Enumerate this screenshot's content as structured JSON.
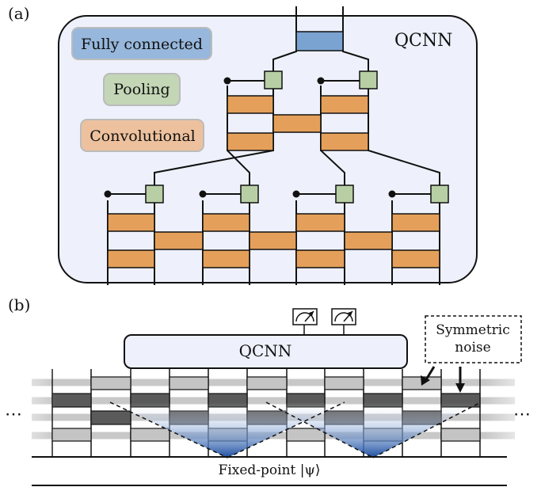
{
  "panel_a": {
    "label": "(a)",
    "title": "QCNN",
    "legend": {
      "fully_connected": "Fully connected",
      "pooling": "Pooling",
      "convolutional": "Convolutional"
    }
  },
  "panel_b": {
    "label": "(b)",
    "qcnn_label": "QCNN",
    "noise_label_line1": "Symmetric",
    "noise_label_line2": "noise",
    "fixed_point_label": "Fixed-point |ψ⟩",
    "ellipsis_left": "⋯",
    "ellipsis_right": "⋯"
  },
  "colors": {
    "fully_connected": "#7aa3d1",
    "pooling": "#b8cfa5",
    "convolutional": "#e4a05a",
    "panel_bg": "#eef1fb",
    "light_gate": "#c4c4c4",
    "dark_gate": "#5a5a5a",
    "blue_fade": "#1b4ea0"
  },
  "icons": {
    "measurement": "measurement-meter-icon"
  }
}
